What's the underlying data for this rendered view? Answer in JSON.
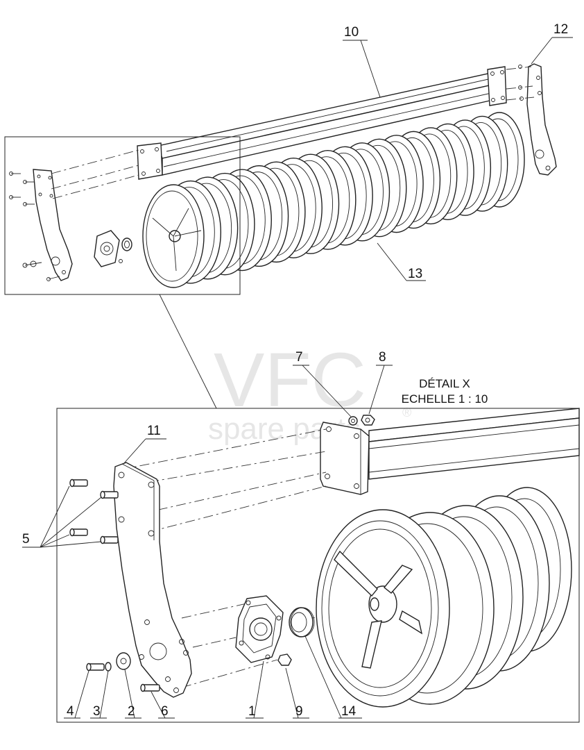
{
  "watermark": {
    "line1": "VFC",
    "line2": "spare parts",
    "symbol": "®"
  },
  "detail": {
    "title": "DÉTAIL X",
    "scale": "ECHELLE 1 : 10"
  },
  "callouts": [
    {
      "id": "c10",
      "label": "10"
    },
    {
      "id": "c12",
      "label": "12"
    },
    {
      "id": "c13",
      "label": "13"
    },
    {
      "id": "c7",
      "label": "7"
    },
    {
      "id": "c8",
      "label": "8"
    },
    {
      "id": "c11",
      "label": "11"
    },
    {
      "id": "c5",
      "label": "5"
    },
    {
      "id": "c4",
      "label": "4"
    },
    {
      "id": "c3",
      "label": "3"
    },
    {
      "id": "c2",
      "label": "2"
    },
    {
      "id": "c6",
      "label": "6"
    },
    {
      "id": "c1",
      "label": "1"
    },
    {
      "id": "c9",
      "label": "9"
    },
    {
      "id": "c14",
      "label": "14"
    }
  ]
}
